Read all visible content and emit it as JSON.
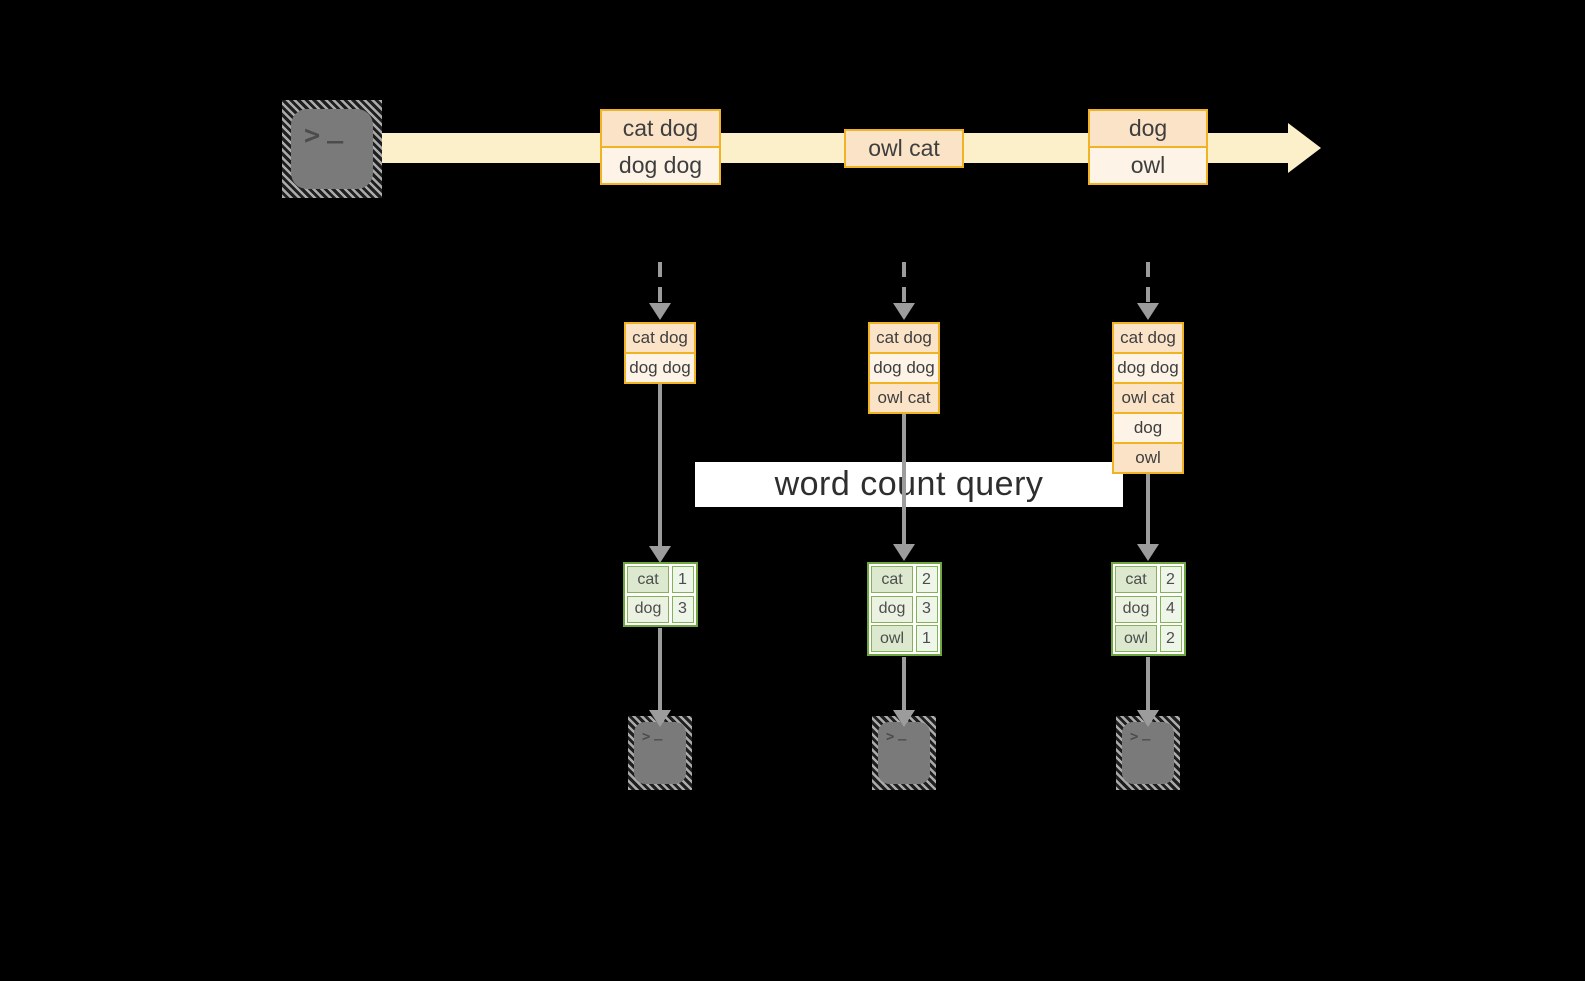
{
  "diagram": {
    "query_label": "word count query",
    "icons": {
      "source_terminal": "terminal-icon",
      "sink_terminal": "terminal-icon",
      "prompt": ">",
      "cursor": "_"
    },
    "stream": {
      "event_boxes": [
        {
          "rows": [
            "cat dog",
            "dog dog"
          ]
        },
        {
          "rows": [
            "owl cat"
          ]
        },
        {
          "rows": [
            "dog",
            "owl"
          ]
        }
      ]
    },
    "columns": [
      {
        "buffer_rows": [
          "cat dog",
          "dog dog"
        ],
        "count_table": [
          {
            "word": "cat",
            "count": "1"
          },
          {
            "word": "dog",
            "count": "3"
          }
        ]
      },
      {
        "buffer_rows": [
          "cat dog",
          "dog dog",
          "owl cat"
        ],
        "count_table": [
          {
            "word": "cat",
            "count": "2"
          },
          {
            "word": "dog",
            "count": "3"
          },
          {
            "word": "owl",
            "count": "1"
          }
        ]
      },
      {
        "buffer_rows": [
          "cat dog",
          "dog dog",
          "owl cat",
          "dog",
          "owl"
        ],
        "count_table": [
          {
            "word": "cat",
            "count": "2"
          },
          {
            "word": "dog",
            "count": "4"
          },
          {
            "word": "owl",
            "count": "2"
          }
        ]
      }
    ],
    "colors": {
      "accent_orange_border": "#f0b323",
      "event_fill_dark": "#fbe3c8",
      "event_fill_light": "#fdf3e6",
      "stream_fill": "#fcf0cb",
      "green_border": "#6fa640",
      "green_fill_dark": "#dce9cf",
      "green_fill_light": "#ebf2e2",
      "arrow_gray": "#9c9c9c"
    }
  }
}
